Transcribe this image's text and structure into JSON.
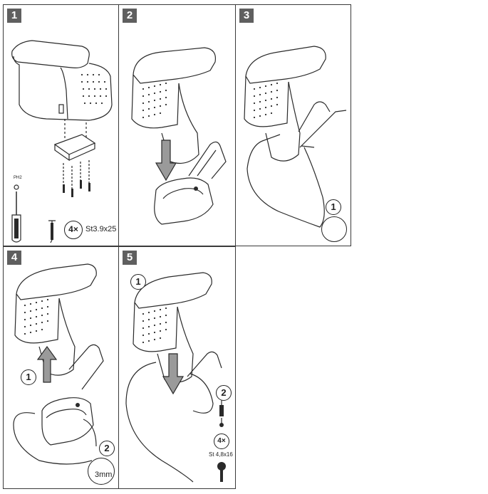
{
  "panels": [
    {
      "number": "1"
    },
    {
      "number": "2"
    },
    {
      "number": "3"
    },
    {
      "number": "4"
    },
    {
      "number": "5"
    }
  ],
  "step1": {
    "count": "4×",
    "screw_spec": "St3.9x25",
    "screwdriver_tip": "PH2"
  },
  "step3": {
    "callout": "1"
  },
  "step4": {
    "callout_lift": "1",
    "callout_drill": "2",
    "drill_size": "3mm"
  },
  "step5": {
    "callout_1": "1",
    "callout_2": "2",
    "count": "4×",
    "screw_spec": "St 4,8x16"
  },
  "colors": {
    "frame": "#3a3a3a",
    "label_bg": "#5f5f5f",
    "line": "#2a2a2a",
    "arrow_fill": "#9a9a9a"
  }
}
